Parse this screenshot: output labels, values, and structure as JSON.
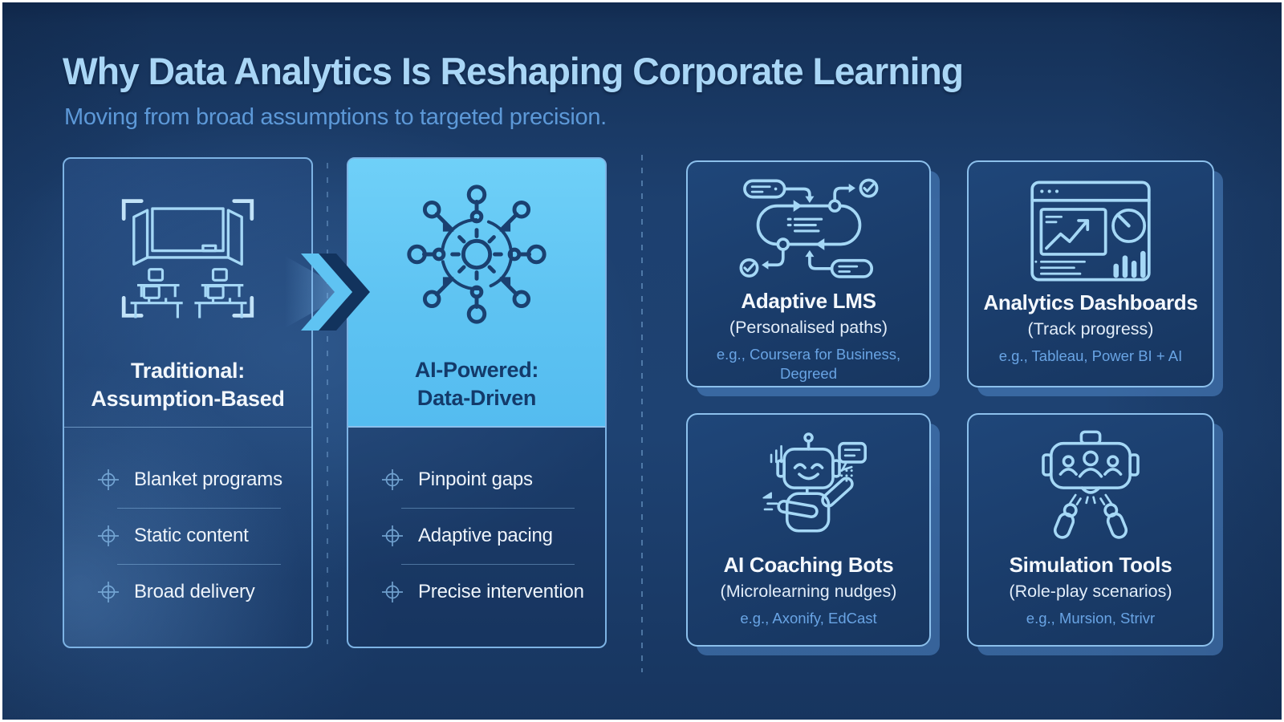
{
  "header": {
    "title": "Why Data Analytics Is Reshaping Corporate Learning",
    "subtitle": "Moving from broad assumptions to targeted precision."
  },
  "comparison": {
    "traditional": {
      "title_line1": "Traditional:",
      "title_line2": "Assumption-Based",
      "icon": "classroom-icon",
      "items": [
        "Blanket programs",
        "Static content",
        "Broad delivery"
      ]
    },
    "ai_powered": {
      "title_line1": "AI-Powered:",
      "title_line2": "Data-Driven",
      "icon": "ai-network-icon",
      "items": [
        "Pinpoint gaps",
        "Adaptive pacing",
        "Precise intervention"
      ]
    },
    "transition_icon": "double-chevron-right-icon",
    "bullet_icon": "crosshair-icon"
  },
  "tools": [
    {
      "title": "Adaptive LMS",
      "subtitle": "(Personalised paths)",
      "examples": "e.g., Coursera for Business, Degreed",
      "icon": "adaptive-lms-flow-icon"
    },
    {
      "title": "Analytics Dashboards",
      "subtitle": "(Track progress)",
      "examples": "e.g., Tableau, Power BI + AI",
      "icon": "analytics-dashboard-icon"
    },
    {
      "title": "AI Coaching Bots",
      "subtitle": "(Microlearning nudges)",
      "examples": "e.g., Axonify, EdCast",
      "icon": "robot-icon"
    },
    {
      "title": "Simulation Tools",
      "subtitle": "(Role-play scenarios)",
      "examples": "e.g., Mursion, Strivr",
      "icon": "vr-headset-icon"
    }
  ],
  "colors": {
    "background": "#1d4170",
    "accent_cyan": "#5ec3f2",
    "card_border": "#8cc0ec",
    "title_text": "#a9d6f6",
    "subtitle_text": "#5d99d8",
    "example_text": "#6aa5e6",
    "navy_text": "#133a6a",
    "body_text": "#eef4fb"
  }
}
